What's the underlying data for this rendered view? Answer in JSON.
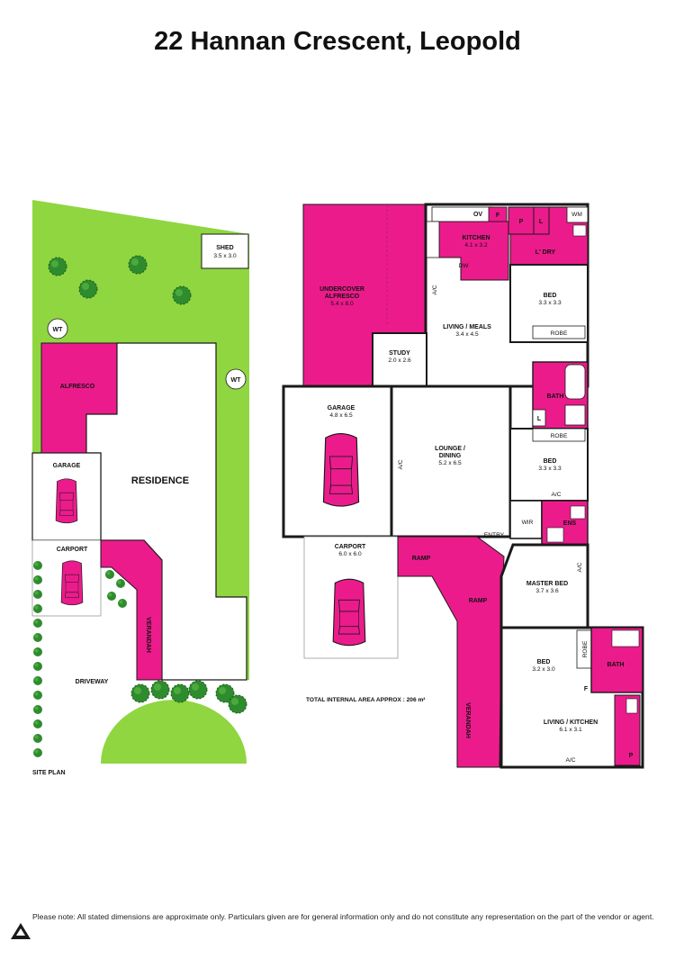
{
  "title": "22 Hannan Crescent, Leopold",
  "colors": {
    "lawn": "#8fd640",
    "pink": "#ec1b8c",
    "wall": "#1a1a1a",
    "tree": "#2e8b2e"
  },
  "site_plan": {
    "caption": "SITE PLAN",
    "shed": {
      "name": "SHED",
      "dim": "3.5 x 3.0"
    },
    "wt1": "WT",
    "wt2": "WT",
    "alfresco": "ALFRESCO",
    "residence": "RESIDENCE",
    "garage": "GARAGE",
    "carport": "CARPORT",
    "verandah": "VERANDAH",
    "driveway": "DRIVEWAY"
  },
  "floor_plan": {
    "alfresco": {
      "name1": "UNDERCOVER",
      "name2": "ALFRESCO",
      "dim": "5.4 x 8.0"
    },
    "kitchen": {
      "name": "KITCHEN",
      "dim": "4.1 x 3.2"
    },
    "ov": "OV",
    "f": "F",
    "p": "P",
    "l": "L",
    "wm": "WM",
    "laundry": "L' DRY",
    "dw": "DW",
    "ac": "A/C",
    "living_meals": {
      "name": "LIVING  / MEALS",
      "dim": "3.4 x 4.5"
    },
    "bed1": {
      "name": "BED",
      "dim": "3.3 x 3.3"
    },
    "robe": "ROBE",
    "study": {
      "name": "STUDY",
      "dim": "2.0 x 2.6"
    },
    "bath": "BATH",
    "garage": {
      "name": "GARAGE",
      "dim": "4.8 x 6.5"
    },
    "lounge": {
      "name1": "LOUNGE /",
      "name2": "DINING",
      "dim": "5.2 x 6.5"
    },
    "bed2": {
      "name": "BED",
      "dim": "3.3 x 3.3"
    },
    "wir": "WIR",
    "ens": "ENS",
    "entry": "ENTRY",
    "carport": {
      "name": "CARPORT",
      "dim": "6.0 x 6.0"
    },
    "ramp": "RAMP",
    "master": {
      "name": "MASTER BED",
      "dim": "3.7 x 3.6"
    },
    "bed3": {
      "name": "BED",
      "dim": "3.2 x 3.0"
    },
    "living_kitchen": {
      "name": "LIVING / KITCHEN",
      "dim": "6.1 x 3.1"
    },
    "verandah": "VERANDAH",
    "area_note": "TOTAL INTERNAL AREA APPROX : 206 m²"
  },
  "disclaimer": "Please note: All stated dimensions are approximate only. Particulars given are for general information only and do not constitute any representation on the part of the vendor or agent."
}
